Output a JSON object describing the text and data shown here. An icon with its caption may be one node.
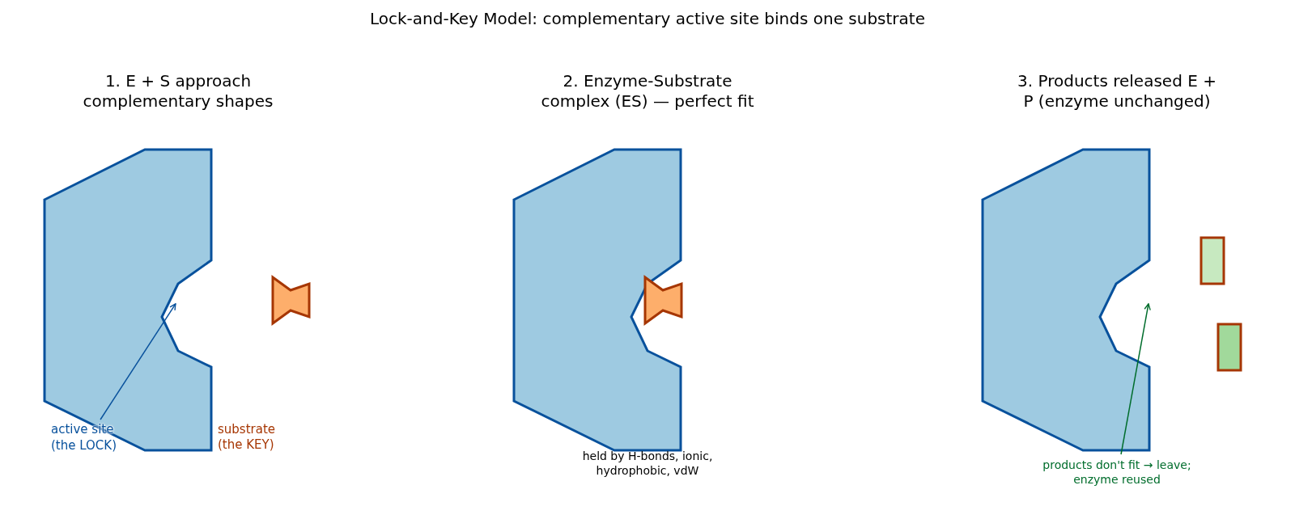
{
  "diagram": {
    "title": "Lock-and-Key Model: complementary active site binds one substrate",
    "nodes": [
      {
        "text": [],
        "shape": "polygon",
        "beside": [
          "1. E + S approach complementary shapes"
        ]
      },
      {
        "text": [],
        "shape": "bowtie"
      },
      {
        "text": [],
        "shape": "polygon",
        "beside": [
          "2. Enzyme-Substrate complex (ES) — perfect fit"
        ]
      },
      {
        "text": [],
        "shape": "bowtie"
      },
      {
        "text": [],
        "shape": "polygon",
        "beside": [
          "3. Products released E + P (enzyme unchanged)"
        ]
      },
      {
        "text": [],
        "shape": "bar"
      },
      {
        "text": [],
        "shape": "bar"
      },
      {
        "text": [
          "active site (the LOCK)"
        ]
      },
      {
        "text": [
          "products don't fit → leave; enzyme reused"
        ]
      }
    ],
    "edges": [
      {
        "from": 7,
        "to": 0,
        "arrow": "to",
        "color": "#08519c"
      },
      {
        "from": 8,
        "to": 4,
        "arrow": "to",
        "color": "#006d2c"
      }
    ],
    "labels": [
      "substrate (the KEY)",
      "held by H-bonds, ionic, hydrophobic, vdW"
    ]
  }
}
